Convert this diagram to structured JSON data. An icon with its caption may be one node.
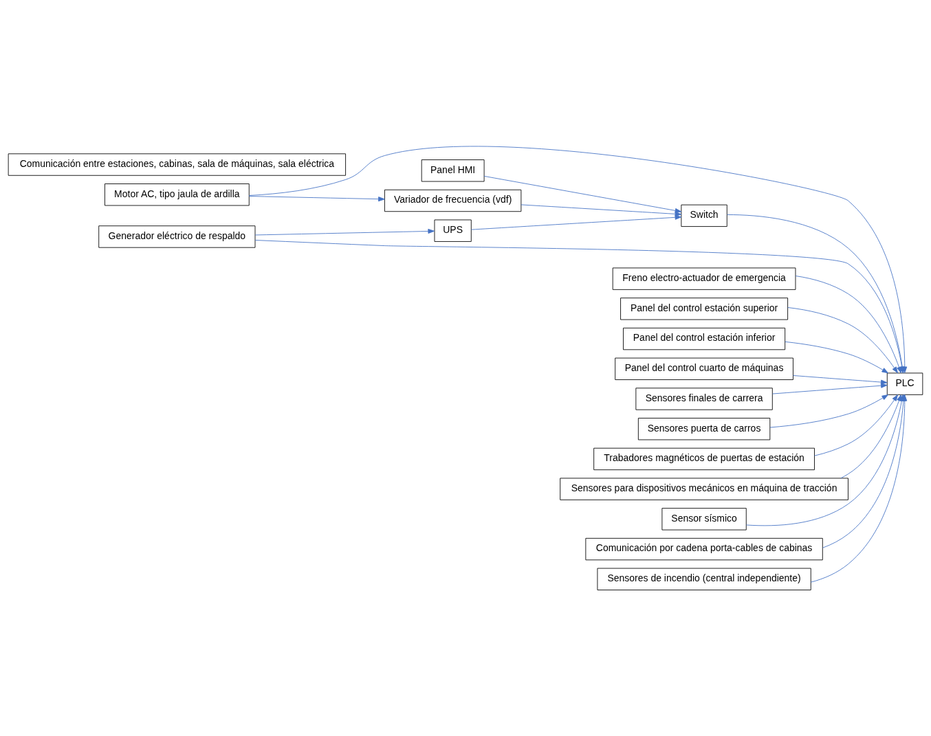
{
  "diagram": {
    "nodes": [
      {
        "text": [
          "PLC"
        ]
      },
      {
        "text": [
          "Switch"
        ]
      },
      {
        "text": [
          "Panel HMI"
        ]
      },
      {
        "text": [
          "Variador de frecuencia (vdf)"
        ]
      },
      {
        "text": [
          "Motor AC, tipo jaula de ardilla"
        ]
      },
      {
        "text": [
          "UPS"
        ]
      },
      {
        "text": [
          "Generador eléctrico de respaldo"
        ]
      },
      {
        "text": [
          "Freno electro-actuador de emergencia"
        ]
      },
      {
        "text": [
          "Panel del control estación superior"
        ]
      },
      {
        "text": [
          "Panel del control estación inferior"
        ]
      },
      {
        "text": [
          "Panel del control cuarto de máquinas"
        ]
      },
      {
        "text": [
          "Sensores finales de carrera"
        ]
      },
      {
        "text": [
          "Sensores puerta de carros"
        ]
      },
      {
        "text": [
          "Trabadores magnéticos de puertas de estación"
        ]
      },
      {
        "text": [
          "Sensores para dispositivos mecánicos en máquina de tracción"
        ]
      },
      {
        "text": [
          "Sensor sísmico"
        ]
      },
      {
        "text": [
          "Comunicación por cadena porta-cables de cabinas"
        ]
      },
      {
        "text": [
          "Sensores de incendio (central independiente)"
        ]
      },
      {
        "text": [
          "Comunicación entre estaciones, cabinas, sala de máquinas, sala eléctrica"
        ]
      }
    ],
    "edges": [
      {
        "from": 1,
        "to": 0,
        "arrow": "to"
      },
      {
        "from": 2,
        "to": 1,
        "arrow": "to"
      },
      {
        "from": 3,
        "to": 1,
        "arrow": "to"
      },
      {
        "from": 4,
        "to": 3,
        "arrow": "to"
      },
      {
        "from": 5,
        "to": 1,
        "arrow": "to"
      },
      {
        "from": 6,
        "to": 5,
        "arrow": "to"
      },
      {
        "from": 4,
        "to": 0,
        "arrow": "to"
      },
      {
        "from": 6,
        "to": 0,
        "arrow": "to"
      },
      {
        "from": 7,
        "to": 0,
        "arrow": "to"
      },
      {
        "from": 8,
        "to": 0,
        "arrow": "to"
      },
      {
        "from": 9,
        "to": 0,
        "arrow": "to"
      },
      {
        "from": 10,
        "to": 0,
        "arrow": "to"
      },
      {
        "from": 11,
        "to": 0,
        "arrow": "to"
      },
      {
        "from": 12,
        "to": 0,
        "arrow": "to"
      },
      {
        "from": 13,
        "to": 0,
        "arrow": "to"
      },
      {
        "from": 14,
        "to": 0,
        "arrow": "to"
      },
      {
        "from": 15,
        "to": 0,
        "arrow": "to"
      },
      {
        "from": 16,
        "to": 0,
        "arrow": "to"
      },
      {
        "from": 17,
        "to": 0,
        "arrow": "to"
      }
    ]
  }
}
